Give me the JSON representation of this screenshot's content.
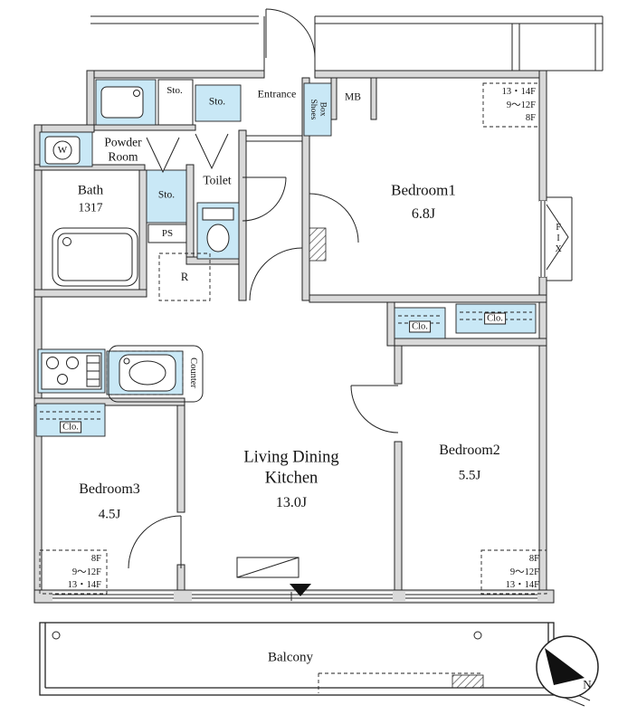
{
  "rooms": {
    "bedroom1": {
      "name": "Bedroom1",
      "size": "6.8J"
    },
    "bedroom2": {
      "name": "Bedroom2",
      "size": "5.5J"
    },
    "bedroom3": {
      "name": "Bedroom3",
      "size": "4.5J"
    },
    "ldk": {
      "line1": "Living Dining",
      "line2": "Kitchen",
      "size": "13.0J"
    },
    "bath": {
      "name": "Bath",
      "size": "1317"
    },
    "powder": {
      "line1": "Powder",
      "line2": "Room"
    },
    "toilet": {
      "name": "Toilet"
    },
    "entrance": {
      "name": "Entrance"
    },
    "balcony": {
      "name": "Balcony"
    }
  },
  "fixtures": {
    "storage": "Sto.",
    "closet": "Clo.",
    "shoes_line1": "Shoes",
    "shoes_line2": "Box",
    "meter_box": "MB",
    "washer": "W",
    "pipe_space": "PS",
    "refrigerator": "R",
    "counter": "Counter",
    "fixed_window": "FIX",
    "compass_north": "N"
  },
  "floor_annotations": {
    "top_right": {
      "line1": "13・14F",
      "line2": "9〜12F",
      "line3": "8F"
    },
    "bottom_left": {
      "line1": "8F",
      "line2": "9〜12F",
      "line3": "13・14F"
    },
    "bottom_right": {
      "line1": "8F",
      "line2": "9〜12F",
      "line3": "13・14F"
    }
  },
  "colors": {
    "fixture_fill": "#c9e8f6",
    "wall_fill": "#d9d9d9"
  }
}
